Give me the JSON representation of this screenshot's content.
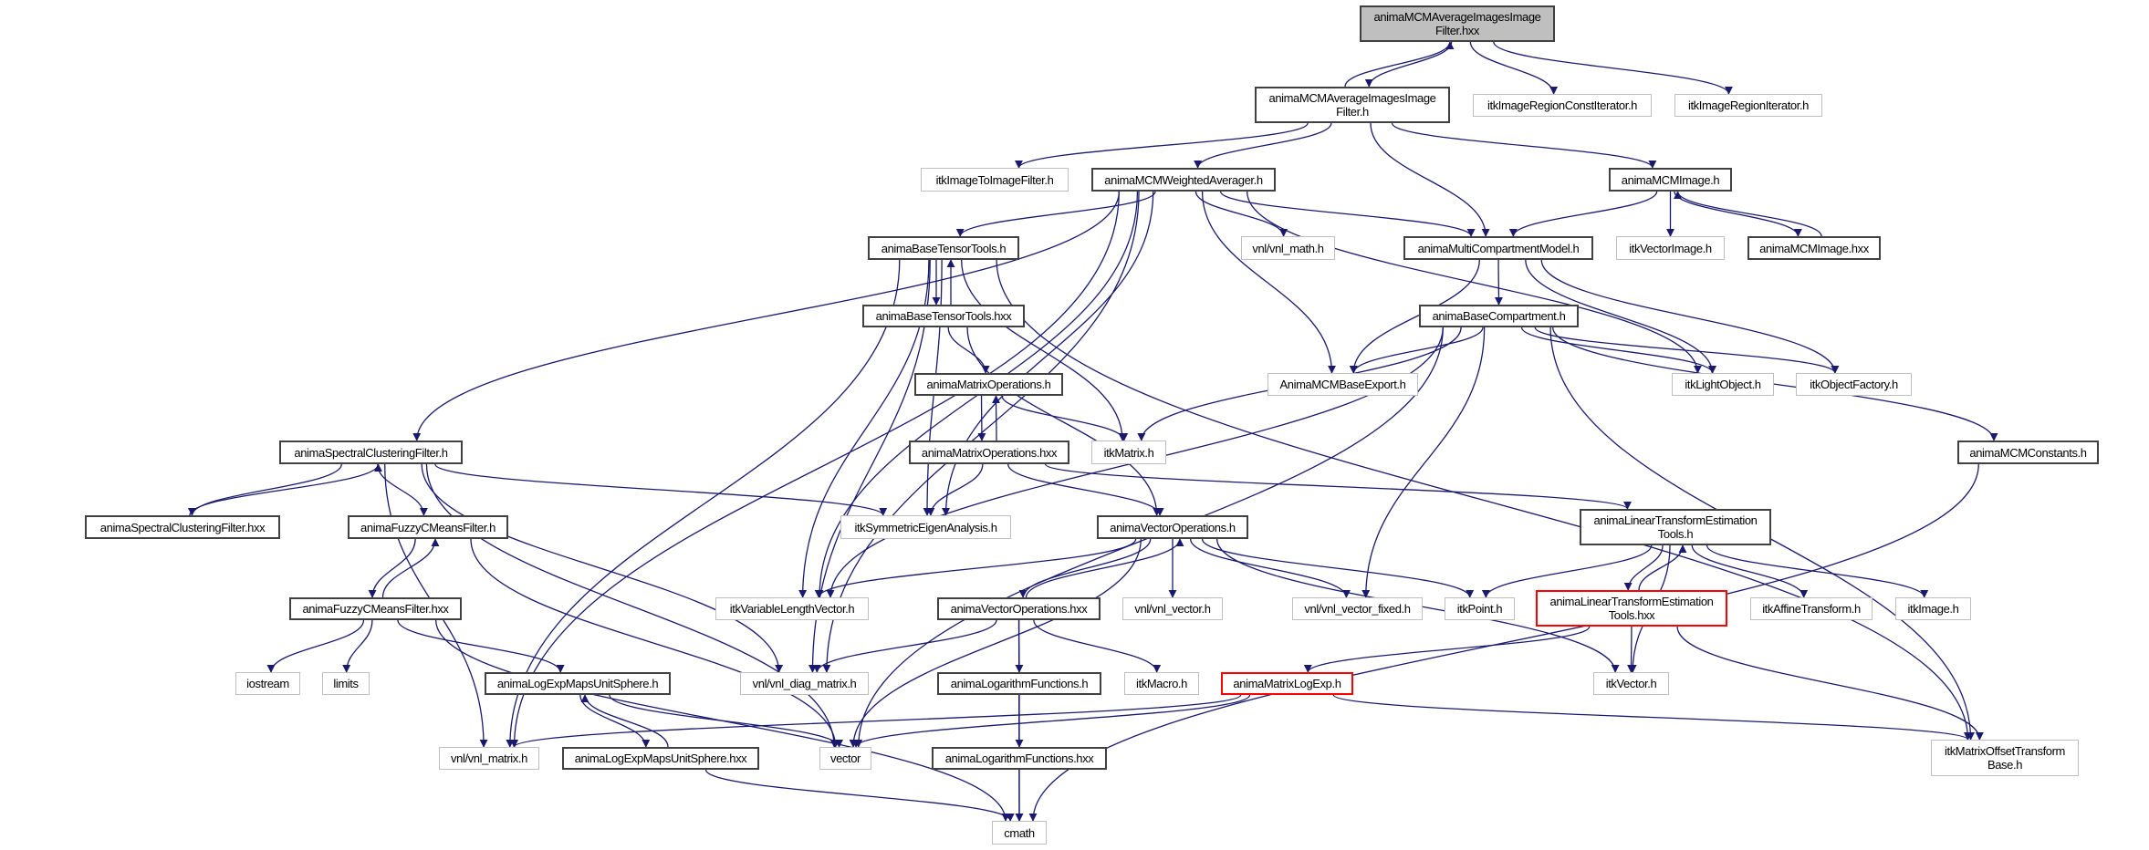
{
  "colors": {
    "edge": "#191970",
    "documented_border": "#404040",
    "external_border": "#bfbfbf",
    "incomplete_border": "#ff0000",
    "root_fill": "#bfbfbf"
  },
  "nodes": [
    {
      "id": "root",
      "label": "animaMCMAverageImagesImage\nFilter.hxx",
      "style": "root"
    },
    {
      "id": "filter_h",
      "label": "animaMCMAverageImagesImage\nFilter.h",
      "style": "doc"
    },
    {
      "id": "regconst",
      "label": "itkImageRegionConstIterator.h",
      "style": "ext"
    },
    {
      "id": "regiter",
      "label": "itkImageRegionIterator.h",
      "style": "ext"
    },
    {
      "id": "img2img",
      "label": "itkImageToImageFilter.h",
      "style": "ext"
    },
    {
      "id": "wavg",
      "label": "animaMCMWeightedAverager.h",
      "style": "doc"
    },
    {
      "id": "mcmimage",
      "label": "animaMCMImage.h",
      "style": "doc"
    },
    {
      "id": "btt_h",
      "label": "animaBaseTensorTools.h",
      "style": "doc"
    },
    {
      "id": "vnlmath",
      "label": "vnl/vnl_math.h",
      "style": "ext"
    },
    {
      "id": "mcm",
      "label": "animaMultiCompartmentModel.h",
      "style": "doc"
    },
    {
      "id": "vecimage",
      "label": "itkVectorImage.h",
      "style": "ext"
    },
    {
      "id": "mcmimage_hxx",
      "label": "animaMCMImage.hxx",
      "style": "doc"
    },
    {
      "id": "btt_hxx",
      "label": "animaBaseTensorTools.hxx",
      "style": "doc"
    },
    {
      "id": "basecomp",
      "label": "animaBaseCompartment.h",
      "style": "doc"
    },
    {
      "id": "mo_h",
      "label": "animaMatrixOperations.h",
      "style": "doc"
    },
    {
      "id": "export",
      "label": "AnimaMCMBaseExport.h",
      "style": "ext"
    },
    {
      "id": "lightobj",
      "label": "itkLightObject.h",
      "style": "ext"
    },
    {
      "id": "objfact",
      "label": "itkObjectFactory.h",
      "style": "ext"
    },
    {
      "id": "scf_h",
      "label": "animaSpectralClusteringFilter.h",
      "style": "doc"
    },
    {
      "id": "mo_hxx",
      "label": "animaMatrixOperations.hxx",
      "style": "doc"
    },
    {
      "id": "itkmatrix",
      "label": "itkMatrix.h",
      "style": "ext"
    },
    {
      "id": "constants",
      "label": "animaMCMConstants.h",
      "style": "doc"
    },
    {
      "id": "scf_hxx",
      "label": "animaSpectralClusteringFilter.hxx",
      "style": "doc"
    },
    {
      "id": "fcm_h",
      "label": "animaFuzzyCMeansFilter.h",
      "style": "doc"
    },
    {
      "id": "symeig",
      "label": "itkSymmetricEigenAnalysis.h",
      "style": "ext"
    },
    {
      "id": "vo_h",
      "label": "animaVectorOperations.h",
      "style": "doc"
    },
    {
      "id": "ltet_h",
      "label": "animaLinearTransformEstimation\nTools.h",
      "style": "doc"
    },
    {
      "id": "fcm_hxx",
      "label": "animaFuzzyCMeansFilter.hxx",
      "style": "doc"
    },
    {
      "id": "varlen",
      "label": "itkVariableLengthVector.h",
      "style": "ext"
    },
    {
      "id": "vo_hxx",
      "label": "animaVectorOperations.hxx",
      "style": "doc"
    },
    {
      "id": "vnlvec",
      "label": "vnl/vnl_vector.h",
      "style": "ext"
    },
    {
      "id": "vnlvecfixed",
      "label": "vnl/vnl_vector_fixed.h",
      "style": "ext"
    },
    {
      "id": "itkpoint",
      "label": "itkPoint.h",
      "style": "ext"
    },
    {
      "id": "ltet_hxx",
      "label": "animaLinearTransformEstimation\nTools.hxx",
      "style": "red"
    },
    {
      "id": "affine",
      "label": "itkAffineTransform.h",
      "style": "ext"
    },
    {
      "id": "itkimage",
      "label": "itkImage.h",
      "style": "ext"
    },
    {
      "id": "iostream",
      "label": "iostream",
      "style": "ext"
    },
    {
      "id": "limits",
      "label": "limits",
      "style": "ext"
    },
    {
      "id": "lemus_h",
      "label": "animaLogExpMapsUnitSphere.h",
      "style": "doc"
    },
    {
      "id": "diag",
      "label": "vnl/vnl_diag_matrix.h",
      "style": "ext"
    },
    {
      "id": "logf_h",
      "label": "animaLogarithmFunctions.h",
      "style": "doc"
    },
    {
      "id": "macro",
      "label": "itkMacro.h",
      "style": "ext"
    },
    {
      "id": "mle",
      "label": "animaMatrixLogExp.h",
      "style": "red"
    },
    {
      "id": "itkvector",
      "label": "itkVector.h",
      "style": "ext"
    },
    {
      "id": "vnlmatrix",
      "label": "vnl/vnl_matrix.h",
      "style": "ext"
    },
    {
      "id": "lemus_hxx",
      "label": "animaLogExpMapsUnitSphere.hxx",
      "style": "doc"
    },
    {
      "id": "vector",
      "label": "vector",
      "style": "ext"
    },
    {
      "id": "logf_hxx",
      "label": "animaLogarithmFunctions.hxx",
      "style": "doc"
    },
    {
      "id": "motb",
      "label": "itkMatrixOffsetTransform\nBase.h",
      "style": "ext"
    },
    {
      "id": "cmath",
      "label": "cmath",
      "style": "ext"
    }
  ],
  "edges": [
    [
      "root",
      "filter_h"
    ],
    [
      "filter_h",
      "root"
    ],
    [
      "root",
      "regconst"
    ],
    [
      "root",
      "regiter"
    ],
    [
      "filter_h",
      "img2img"
    ],
    [
      "filter_h",
      "wavg"
    ],
    [
      "filter_h",
      "mcm"
    ],
    [
      "filter_h",
      "mcmimage"
    ],
    [
      "wavg",
      "btt_h"
    ],
    [
      "wavg",
      "vnlmath"
    ],
    [
      "wavg",
      "mcm"
    ],
    [
      "wavg",
      "export"
    ],
    [
      "wavg",
      "lightobj"
    ],
    [
      "wavg",
      "scf_h"
    ],
    [
      "wavg",
      "vnlmatrix"
    ],
    [
      "wavg",
      "varlen"
    ],
    [
      "wavg",
      "diag"
    ],
    [
      "wavg",
      "symeig"
    ],
    [
      "mcmimage",
      "mcm"
    ],
    [
      "mcmimage",
      "vecimage"
    ],
    [
      "mcmimage",
      "mcmimage_hxx"
    ],
    [
      "mcmimage_hxx",
      "mcmimage"
    ],
    [
      "mcm",
      "basecomp"
    ],
    [
      "mcm",
      "export"
    ],
    [
      "mcm",
      "lightobj"
    ],
    [
      "mcm",
      "objfact"
    ],
    [
      "basecomp",
      "export"
    ],
    [
      "basecomp",
      "lightobj"
    ],
    [
      "basecomp",
      "objfact"
    ],
    [
      "basecomp",
      "itkmatrix"
    ],
    [
      "basecomp",
      "varlen"
    ],
    [
      "basecomp",
      "vnlvecfixed"
    ],
    [
      "basecomp",
      "constants"
    ],
    [
      "basecomp",
      "vector"
    ],
    [
      "basecomp",
      "motb"
    ],
    [
      "btt_h",
      "btt_hxx"
    ],
    [
      "btt_hxx",
      "btt_h"
    ],
    [
      "btt_h",
      "itkmatrix"
    ],
    [
      "btt_h",
      "symeig"
    ],
    [
      "btt_h",
      "varlen"
    ],
    [
      "btt_h",
      "diag"
    ],
    [
      "btt_h",
      "vnlmatrix"
    ],
    [
      "btt_h",
      "motb"
    ],
    [
      "btt_hxx",
      "mo_h"
    ],
    [
      "btt_hxx",
      "vo_h"
    ],
    [
      "mo_h",
      "mo_hxx"
    ],
    [
      "mo_hxx",
      "mo_h"
    ],
    [
      "mo_h",
      "itkmatrix"
    ],
    [
      "mo_hxx",
      "symeig"
    ],
    [
      "mo_hxx",
      "vo_h"
    ],
    [
      "mo_hxx",
      "ltet_h"
    ],
    [
      "scf_h",
      "scf_hxx"
    ],
    [
      "scf_hxx",
      "scf_h"
    ],
    [
      "scf_h",
      "fcm_h"
    ],
    [
      "scf_h",
      "symeig"
    ],
    [
      "scf_h",
      "vnlmatrix"
    ],
    [
      "scf_h",
      "diag"
    ],
    [
      "scf_h",
      "vector"
    ],
    [
      "fcm_h",
      "fcm_hxx"
    ],
    [
      "fcm_hxx",
      "fcm_h"
    ],
    [
      "fcm_h",
      "vector"
    ],
    [
      "fcm_hxx",
      "iostream"
    ],
    [
      "fcm_hxx",
      "limits"
    ],
    [
      "fcm_hxx",
      "lemus_h"
    ],
    [
      "fcm_hxx",
      "cmath"
    ],
    [
      "lemus_h",
      "lemus_hxx"
    ],
    [
      "lemus_hxx",
      "lemus_h"
    ],
    [
      "lemus_h",
      "vector"
    ],
    [
      "lemus_hxx",
      "cmath"
    ],
    [
      "vo_h",
      "vo_hxx"
    ],
    [
      "vo_hxx",
      "vo_h"
    ],
    [
      "vo_h",
      "varlen"
    ],
    [
      "vo_h",
      "vnlvec"
    ],
    [
      "vo_h",
      "vnlvecfixed"
    ],
    [
      "vo_h",
      "itkpoint"
    ],
    [
      "vo_h",
      "itkvector"
    ],
    [
      "vo_h",
      "vector"
    ],
    [
      "vo_hxx",
      "diag"
    ],
    [
      "vo_hxx",
      "logf_h"
    ],
    [
      "vo_hxx",
      "macro"
    ],
    [
      "vo_hxx",
      "cmath"
    ],
    [
      "logf_h",
      "logf_hxx"
    ],
    [
      "logf_hxx",
      "cmath"
    ],
    [
      "ltet_h",
      "itkpoint"
    ],
    [
      "ltet_h",
      "ltet_hxx"
    ],
    [
      "ltet_hxx",
      "ltet_h"
    ],
    [
      "ltet_h",
      "affine"
    ],
    [
      "ltet_h",
      "itkimage"
    ],
    [
      "ltet_h",
      "itkvector"
    ],
    [
      "ltet_hxx",
      "itkvector"
    ],
    [
      "ltet_hxx",
      "mle"
    ],
    [
      "ltet_hxx",
      "motb"
    ],
    [
      "mle",
      "vnlmatrix"
    ],
    [
      "mle",
      "vector"
    ],
    [
      "mle",
      "motb"
    ],
    [
      "constants",
      "cmath"
    ]
  ]
}
